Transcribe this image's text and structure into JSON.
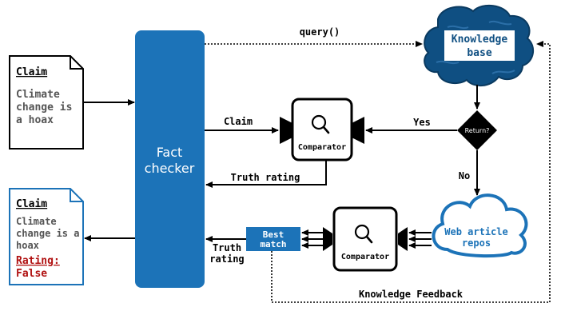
{
  "claim_doc": {
    "heading": "Claim",
    "line1": "Climate",
    "line2": "change is",
    "line3": "a hoax"
  },
  "result_doc": {
    "heading": "Claim",
    "line1": "Climate",
    "line2": "change is a",
    "line3": "hoax",
    "rating_label": "Rating:",
    "rating_value": "False"
  },
  "fact_checker": {
    "line1": "Fact",
    "line2": "checker"
  },
  "knowledge_base": {
    "line1": "Knowledge",
    "line2": "base"
  },
  "web_repos": {
    "line1": "Web article",
    "line2": "repos"
  },
  "comparator_top": {
    "label": "Comparator"
  },
  "comparator_bottom": {
    "label": "Comparator"
  },
  "decision": {
    "label": "Return?"
  },
  "best_match": {
    "line1": "Best",
    "line2": "match"
  },
  "edge_labels": {
    "query": "query()",
    "claim": "Claim",
    "yes": "Yes",
    "no": "No",
    "truth_rating": "Truth rating",
    "truth_rating_bottom_1": "Truth",
    "truth_rating_bottom_2": "rating",
    "feedback": "Knowledge Feedback"
  },
  "colors": {
    "blue": "#1c73b8",
    "dark_blue": "#0f4f82",
    "black": "#000000",
    "red": "#b01010",
    "gray_text": "#555555"
  }
}
